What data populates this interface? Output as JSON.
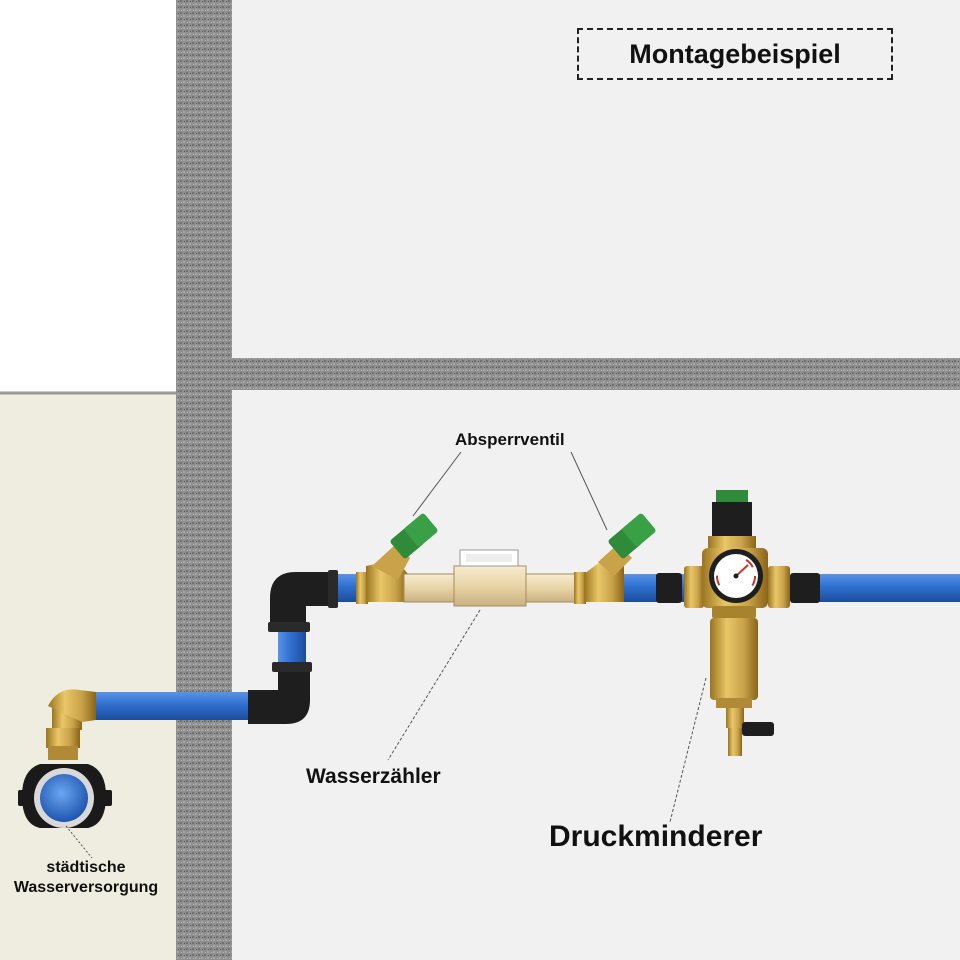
{
  "title": "Montagebeispiel",
  "labels": {
    "shutoff_valve": "Absperrventil",
    "water_meter": "Wasserzähler",
    "pressure_reducer": "Druckminderer",
    "supply_line1": "städtische",
    "supply_line2": "Wasserversorgung"
  },
  "colors": {
    "pipe_blue": "#2f6fd0",
    "fitting_black": "#1e1e1e",
    "brass": "#c9a24a",
    "valve_green": "#2f8a3a",
    "wall_gray": "#8c8c8c",
    "ground_beige": "#efeddf",
    "room_bg": "#f1f1f1"
  },
  "icons": [
    "supply-connection-icon",
    "elbow-fitting-icon",
    "valve-icon",
    "water-meter-icon",
    "pressure-gauge-icon",
    "filter-housing-icon",
    "drain-valve-icon"
  ]
}
